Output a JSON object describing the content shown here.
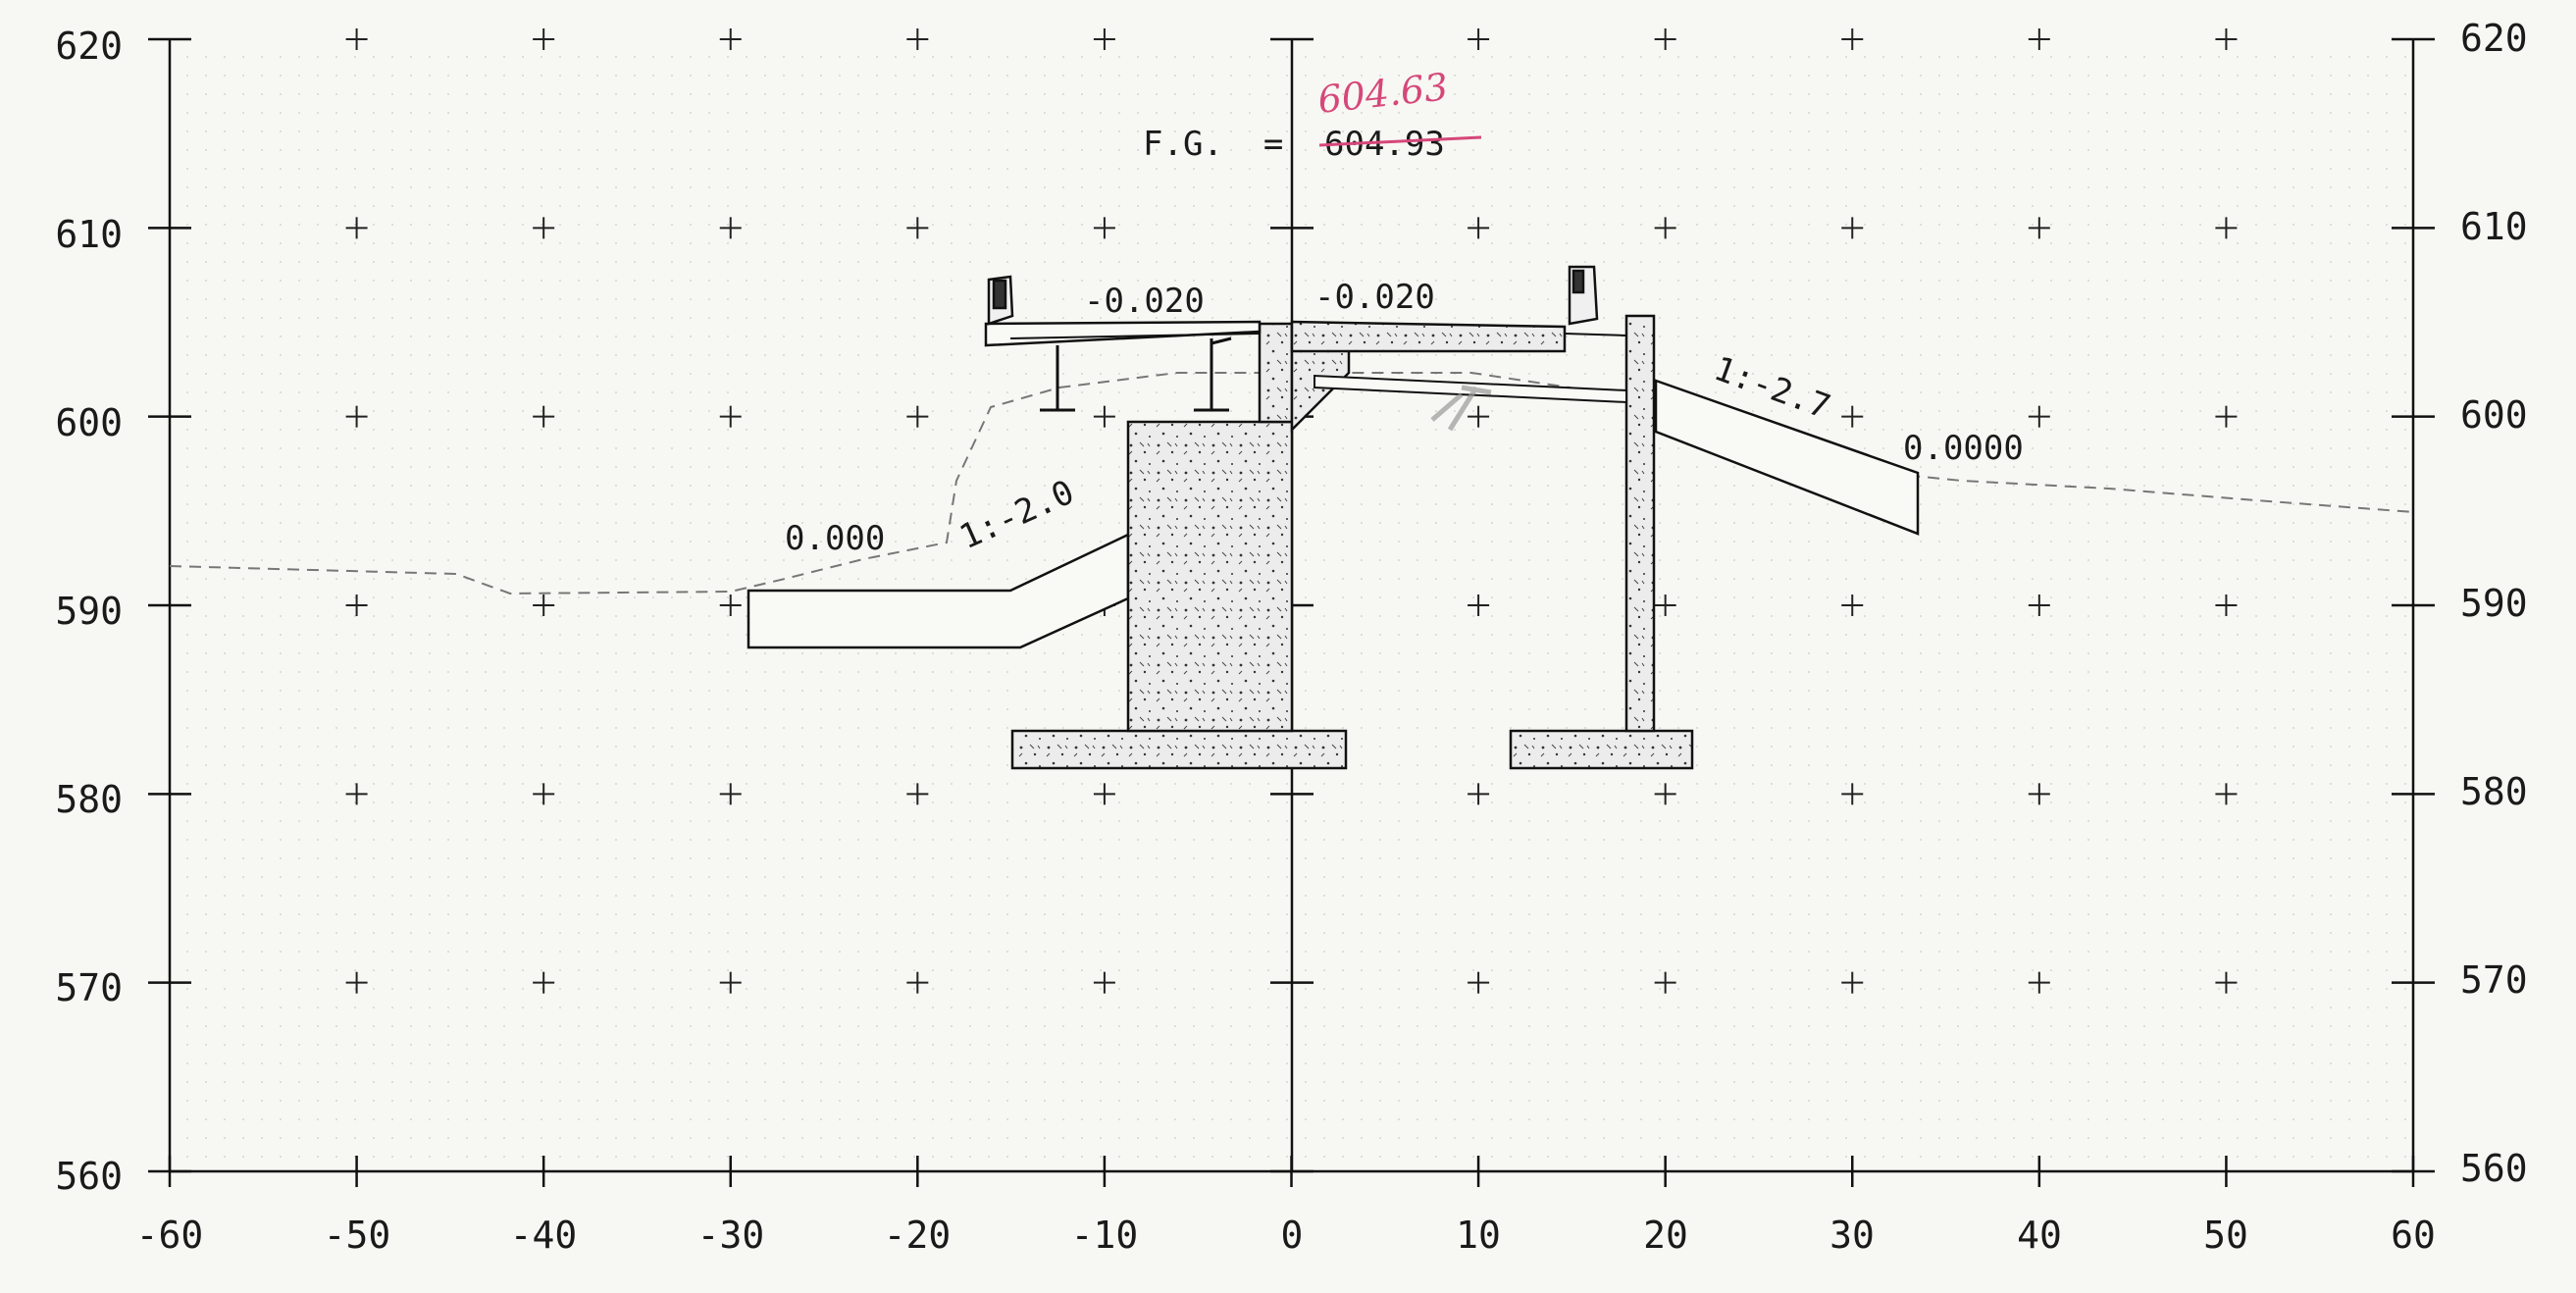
{
  "section": {
    "x_ticks": [
      "-60",
      "-50",
      "-40",
      "-30",
      "-20",
      "-10",
      "0",
      "10",
      "20",
      "30",
      "40",
      "50",
      "60"
    ],
    "y_ticks_left": [
      "620",
      "610",
      "600",
      "590",
      "580",
      "570",
      "560"
    ],
    "y_ticks_right": [
      "620",
      "610",
      "600",
      "590",
      "580",
      "570",
      "560"
    ],
    "x_range": [
      -60,
      60
    ],
    "y_range": [
      560,
      620
    ],
    "labels": {
      "fg_prefix": "F.G.  =",
      "fg_struck": "604.93",
      "fg_handwritten": "604.63",
      "deck_slope_left": "-0.020",
      "deck_slope_right": "-0.020",
      "slope_left": "1:-2.0",
      "slope_right": "1:-2.7",
      "grade_left": "0.000",
      "grade_right": "0.0000"
    },
    "colors": {
      "paper": "#f7f8f3",
      "ink": "#1a1a1a",
      "ground_line": "#777777",
      "handwriting": "#d6477a",
      "concrete": "#ebebeb"
    }
  }
}
